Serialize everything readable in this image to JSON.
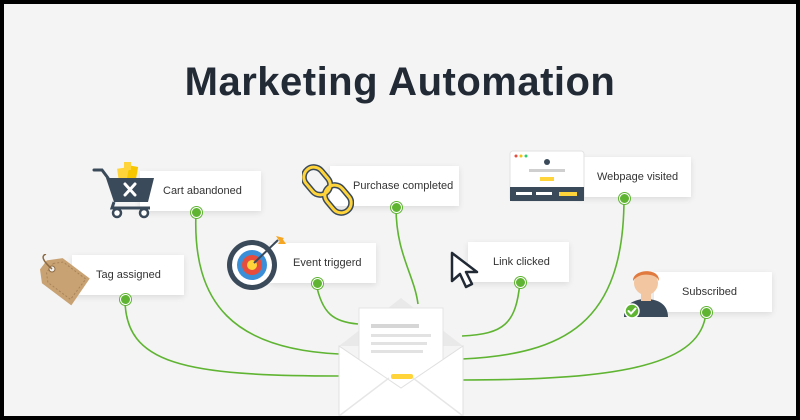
{
  "title": "Marketing Automation",
  "accent_color": "#5fb432",
  "triggers": [
    {
      "label": "Cart abandoned",
      "icon": "shopping-cart-icon"
    },
    {
      "label": "Purchase completed",
      "icon": "chain-link-icon"
    },
    {
      "label": "Webpage visited",
      "icon": "browser-window-icon"
    },
    {
      "label": "Tag assigned",
      "icon": "price-tag-icon"
    },
    {
      "label": "Event triggerd",
      "icon": "target-icon"
    },
    {
      "label": "Link clicked",
      "icon": "mouse-cursor-icon"
    },
    {
      "label": "Subscribed",
      "icon": "user-avatar-icon"
    }
  ]
}
